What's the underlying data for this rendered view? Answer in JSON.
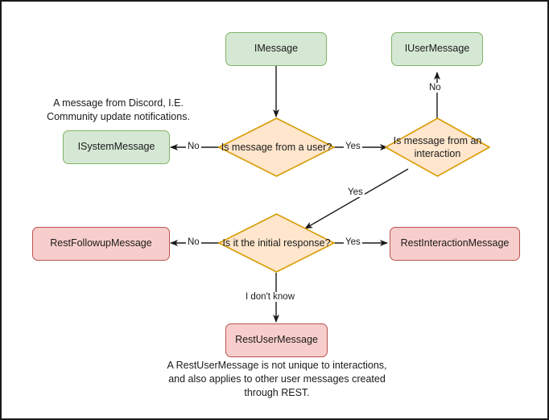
{
  "diagram": {
    "title": "Discord message type decision flowchart",
    "colors": {
      "green_fill": "#d5e8d4",
      "green_border": "#82b366",
      "red_fill": "#f8cecc",
      "red_border": "#b85450",
      "orange_fill": "#ffe6cc",
      "orange_border": "#d79b00",
      "edge": "#1a1a1a",
      "canvas_border": "#1a1a1a",
      "background": "#ffffff"
    },
    "nodes": [
      {
        "id": "imessage",
        "label": "IMessage",
        "shape": "rounded-rect",
        "color": "green"
      },
      {
        "id": "iusermessage",
        "label": "IUserMessage",
        "shape": "rounded-rect",
        "color": "green"
      },
      {
        "id": "isystemmessage",
        "label": "ISystemMessage",
        "shape": "rounded-rect",
        "color": "green"
      },
      {
        "id": "q-from-user",
        "label": "Is message from a user?",
        "shape": "diamond",
        "color": "orange"
      },
      {
        "id": "q-from-interaction",
        "label": "Is message from an interaction",
        "shape": "diamond",
        "color": "orange"
      },
      {
        "id": "q-initial-response",
        "label": "Is it the initial response?",
        "shape": "diamond",
        "color": "orange"
      },
      {
        "id": "restfollowupmessage",
        "label": "RestFollowupMessage",
        "shape": "rounded-rect",
        "color": "red"
      },
      {
        "id": "restinteractionmessage",
        "label": "RestInteractionMessage",
        "shape": "rounded-rect",
        "color": "red"
      },
      {
        "id": "restusermessage",
        "label": "RestUserMessage",
        "shape": "rounded-rect",
        "color": "red"
      }
    ],
    "edge_labels": {
      "user_no": "No",
      "user_yes": "Yes",
      "interaction_no": "No",
      "interaction_yes": "Yes",
      "initial_no": "No",
      "initial_yes": "Yes",
      "dont_know": "I don't know"
    },
    "notes": {
      "system_message": "A message from Discord, I.E.\nCommunity update notifications.",
      "rest_user_message": "A RestUserMessage is not unique to interactions,\nand also applies to other user messages created\nthrough REST."
    }
  }
}
